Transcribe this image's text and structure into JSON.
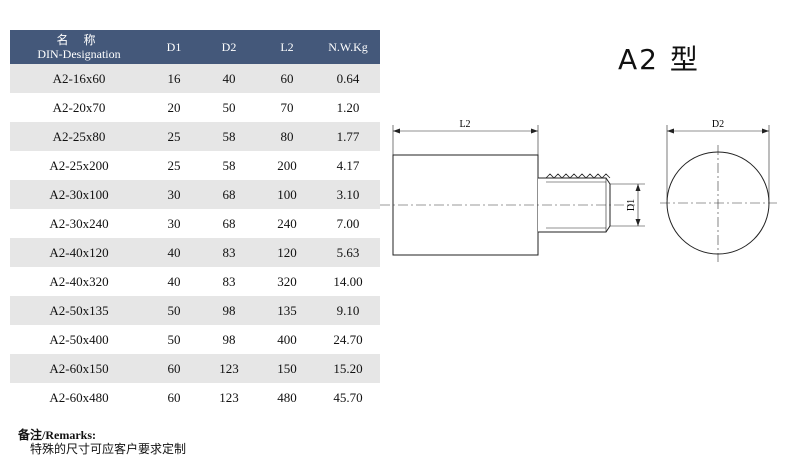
{
  "table": {
    "headers": {
      "name_cn": "名 称",
      "name_en": "DIN-Designation",
      "d1": "D1",
      "d2": "D2",
      "l2": "L2",
      "nw": "N.W.Kg"
    },
    "rows": [
      {
        "name": "A2-16x60",
        "d1": "16",
        "d2": "40",
        "l2": "60",
        "nw": "0.64"
      },
      {
        "name": "A2-20x70",
        "d1": "20",
        "d2": "50",
        "l2": "70",
        "nw": "1.20"
      },
      {
        "name": "A2-25x80",
        "d1": "25",
        "d2": "58",
        "l2": "80",
        "nw": "1.77"
      },
      {
        "name": "A2-25x200",
        "d1": "25",
        "d2": "58",
        "l2": "200",
        "nw": "4.17"
      },
      {
        "name": "A2-30x100",
        "d1": "30",
        "d2": "68",
        "l2": "100",
        "nw": "3.10"
      },
      {
        "name": "A2-30x240",
        "d1": "30",
        "d2": "68",
        "l2": "240",
        "nw": "7.00"
      },
      {
        "name": "A2-40x120",
        "d1": "40",
        "d2": "83",
        "l2": "120",
        "nw": "5.63"
      },
      {
        "name": "A2-40x320",
        "d1": "40",
        "d2": "83",
        "l2": "320",
        "nw": "14.00"
      },
      {
        "name": "A2-50x135",
        "d1": "50",
        "d2": "98",
        "l2": "135",
        "nw": "9.10"
      },
      {
        "name": "A2-50x400",
        "d1": "50",
        "d2": "98",
        "l2": "400",
        "nw": "24.70"
      },
      {
        "name": "A2-60x150",
        "d1": "60",
        "d2": "123",
        "l2": "150",
        "nw": "15.20"
      },
      {
        "name": "A2-60x480",
        "d1": "60",
        "d2": "123",
        "l2": "480",
        "nw": "45.70"
      }
    ]
  },
  "title": "A2 型",
  "drawing": {
    "dim_l2": "L2",
    "dim_d1": "D1",
    "dim_d2": "D2"
  },
  "remarks": {
    "label": "备注/Remarks:",
    "text": "特殊的尺寸可应客户要求定制"
  },
  "colors": {
    "header_bg": "#44587a",
    "row_alt_bg": "#e6e6e6"
  }
}
